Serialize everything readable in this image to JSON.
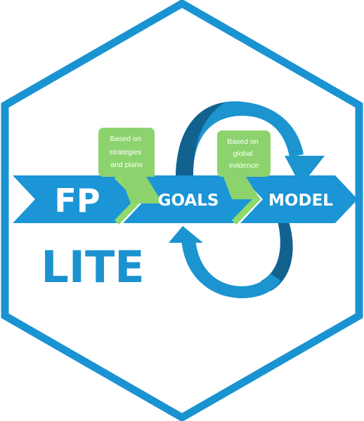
{
  "logo": {
    "word_main": "FP",
    "word_sub": "LITE",
    "steps": [
      {
        "id": "goals",
        "label": "GOALS"
      },
      {
        "id": "model",
        "label": "MODEL"
      }
    ],
    "notes": [
      {
        "id": "strategies",
        "lines": [
          "Based on",
          "strategies",
          "and plans"
        ]
      },
      {
        "id": "evidence",
        "lines": [
          "Based on",
          "global",
          "evidence"
        ]
      }
    ]
  },
  "colors": {
    "hex_border": "#1a93d2",
    "arrow_blue": "#1b95d6",
    "arrow_blue_dark": "#167fb8",
    "loop_blue": "#1b94cf",
    "loop_blue_dark": "#12628f",
    "note_green": "#8cd36e",
    "chevron_green": "#8fd96d",
    "text_white": "#ffffff",
    "text_blue": "#1b92d0"
  }
}
